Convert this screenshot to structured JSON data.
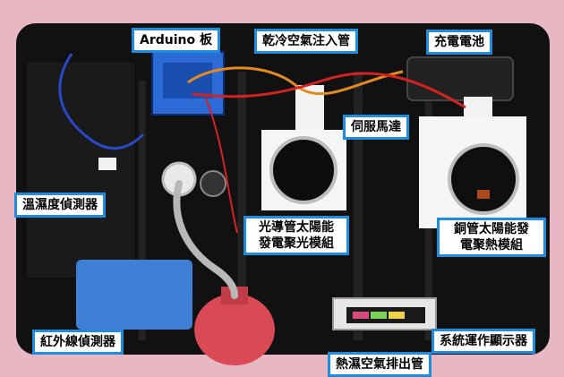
{
  "labels": {
    "arduino_board": "Arduino 板",
    "dry_cold_air_inlet_pipe": "乾冷空氣注入管",
    "rechargeable_battery": "充電電池",
    "servo_motor": "伺服馬達",
    "temp_humidity_sensor": "溫濕度偵測器",
    "light_pipe_solar_module_line1": "光導管太陽能",
    "light_pipe_solar_module_line2": "發電聚光模組",
    "copper_pipe_solar_module_line1": "銅管太陽能發",
    "copper_pipe_solar_module_line2": "電聚熱模組",
    "infrared_sensor": "紅外線偵測器",
    "system_operation_display": "系統運作顯示器",
    "hot_humid_air_exhaust_pipe": "熱濕空氣排出管"
  },
  "colors": {
    "label_border": "#1e8de0",
    "base_black": "#111111",
    "background_pink": "#e8b7c4",
    "wire_red": "#d32222",
    "wire_orange": "#e58a1f",
    "wire_blue": "#2a48c8",
    "sponge_blue": "#3f7fd6",
    "blower_red": "#d94a55"
  }
}
